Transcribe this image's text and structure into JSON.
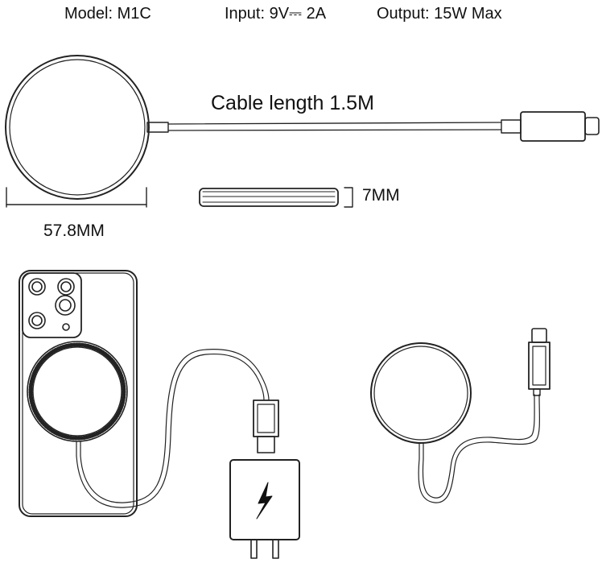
{
  "specs": {
    "model": "Model: M1C",
    "input": "Input: 9V⎓ 2A",
    "output": "Output: 15W Max"
  },
  "dimensions": {
    "cable_length": "Cable length 1.5M",
    "thickness": "7MM",
    "diameter": "57.8MM"
  },
  "icons": [
    "lightning-bolt-icon"
  ],
  "colors": {
    "line": "#222222",
    "background": "#ffffff"
  }
}
